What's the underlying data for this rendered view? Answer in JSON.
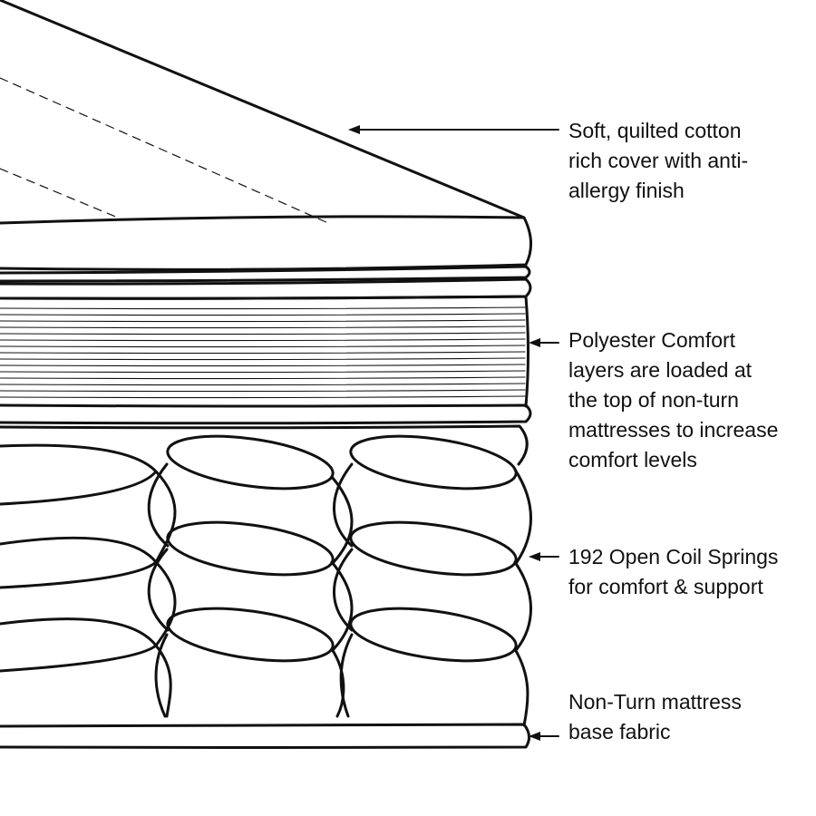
{
  "annotations": [
    {
      "id": "cover",
      "lines": [
        "Soft, quilted cotton",
        "rich cover with anti-",
        "allergy finish"
      ]
    },
    {
      "id": "comfort",
      "lines": [
        "Polyester Comfort",
        "layers are loaded at",
        "the top of non-turn",
        "mattresses to increase",
        "comfort levels"
      ]
    },
    {
      "id": "springs",
      "lines": [
        "192 Open Coil Springs",
        "for comfort & support"
      ]
    },
    {
      "id": "base",
      "lines": [
        "Non-Turn mattress",
        "base fabric"
      ]
    }
  ],
  "colors": {
    "stroke": "#111111",
    "background": "#ffffff"
  }
}
